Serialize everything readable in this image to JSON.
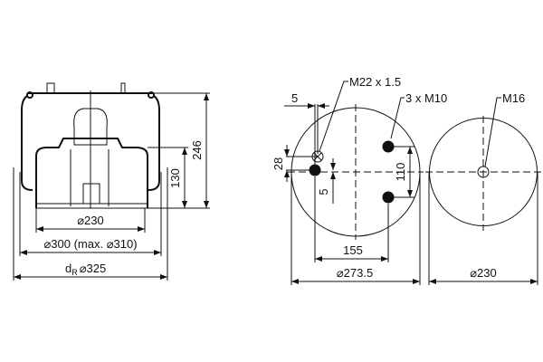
{
  "side_view": {
    "height_total": "246",
    "height_piston": "130",
    "dia_piston": "⌀230",
    "dia_bellow": "⌀300 (max. ⌀310)",
    "dia_rolling_prefix": "d",
    "dia_rolling_sub": "R",
    "dia_rolling": "⌀325"
  },
  "top_plate_view": {
    "label_air_inlet": "M22 x 1.5",
    "label_studs": "3 x M10",
    "offset_x": "5",
    "offset_y": "28",
    "offset_small": "5",
    "stud_spacing_vertical": "110",
    "stud_spacing_horizontal": "155",
    "diameter": "⌀273.5"
  },
  "bottom_view": {
    "label_thread": "M16",
    "diameter": "⌀230"
  }
}
